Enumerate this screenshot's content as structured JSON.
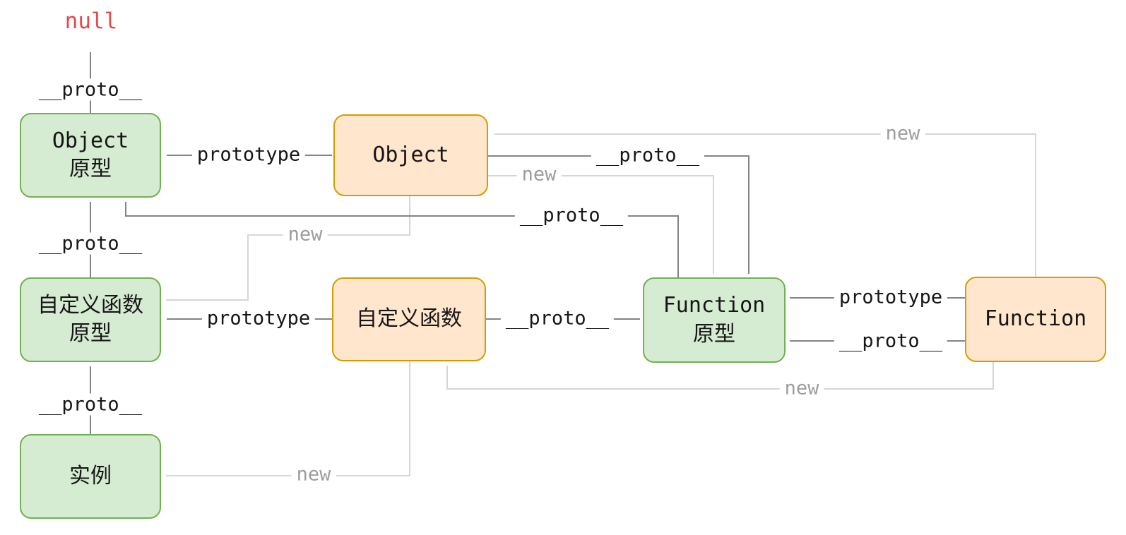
{
  "diagram": {
    "kind": "javascript-prototype-chain",
    "terminal": {
      "null_label": "null"
    },
    "nodes": [
      {
        "id": "object-prototype",
        "label": "Object\n原型",
        "kind": "green"
      },
      {
        "id": "object",
        "label": "Object",
        "kind": "orange"
      },
      {
        "id": "custom-function-prototype",
        "label": "自定义函数\n原型",
        "kind": "green"
      },
      {
        "id": "custom-function",
        "label": "自定义函数",
        "kind": "orange"
      },
      {
        "id": "function-prototype",
        "label": "Function\n原型",
        "kind": "green"
      },
      {
        "id": "function",
        "label": "Function",
        "kind": "orange"
      },
      {
        "id": "instance",
        "label": "实例",
        "kind": "green"
      }
    ],
    "labels": [
      {
        "text": "__proto__",
        "style": "dark"
      },
      {
        "text": "prototype",
        "style": "dark"
      },
      {
        "text": "__proto__",
        "style": "dark"
      },
      {
        "text": "new",
        "style": "light"
      },
      {
        "text": "new",
        "style": "light"
      },
      {
        "text": "__proto__",
        "style": "dark"
      },
      {
        "text": "new",
        "style": "light"
      },
      {
        "text": "__proto__",
        "style": "dark"
      },
      {
        "text": "prototype",
        "style": "dark"
      },
      {
        "text": "__proto__",
        "style": "dark"
      },
      {
        "text": "prototype",
        "style": "dark"
      },
      {
        "text": "__proto__",
        "style": "dark"
      },
      {
        "text": "new",
        "style": "light"
      },
      {
        "text": "__proto__",
        "style": "dark"
      },
      {
        "text": "new",
        "style": "light"
      }
    ],
    "edges": [
      {
        "from": "object-prototype",
        "to": "null",
        "label": "__proto__"
      },
      {
        "from": "object",
        "to": "object-prototype",
        "label": "prototype"
      },
      {
        "from": "object",
        "to": "function-prototype",
        "label": "__proto__"
      },
      {
        "from": "object",
        "to": "function-prototype",
        "label": "new"
      },
      {
        "from": "function",
        "to": "object",
        "label": "new"
      },
      {
        "from": "function-prototype",
        "to": "object-prototype",
        "label": "__proto__"
      },
      {
        "from": "object",
        "to": "custom-function-prototype",
        "label": "new"
      },
      {
        "from": "custom-function-prototype",
        "to": "object-prototype",
        "label": "__proto__"
      },
      {
        "from": "custom-function",
        "to": "custom-function-prototype",
        "label": "prototype"
      },
      {
        "from": "custom-function",
        "to": "function-prototype",
        "label": "__proto__"
      },
      {
        "from": "function",
        "to": "function-prototype",
        "label": "prototype"
      },
      {
        "from": "function",
        "to": "function-prototype",
        "label": "__proto__"
      },
      {
        "from": "function",
        "to": "custom-function",
        "label": "new"
      },
      {
        "from": "instance",
        "to": "custom-function-prototype",
        "label": "__proto__"
      },
      {
        "from": "custom-function",
        "to": "instance",
        "label": "new"
      }
    ],
    "colors": {
      "green_fill": "#d6ecd2",
      "green_border": "#6fb152",
      "orange_fill": "#ffe6cc",
      "orange_border": "#d79b00",
      "dark_line": "#848484",
      "light_line": "#d6d6d6",
      "light_label_text": "#9d9d9d",
      "label_text": "#161616",
      "null_text": "#e5484d",
      "background": "#ffffff"
    }
  }
}
